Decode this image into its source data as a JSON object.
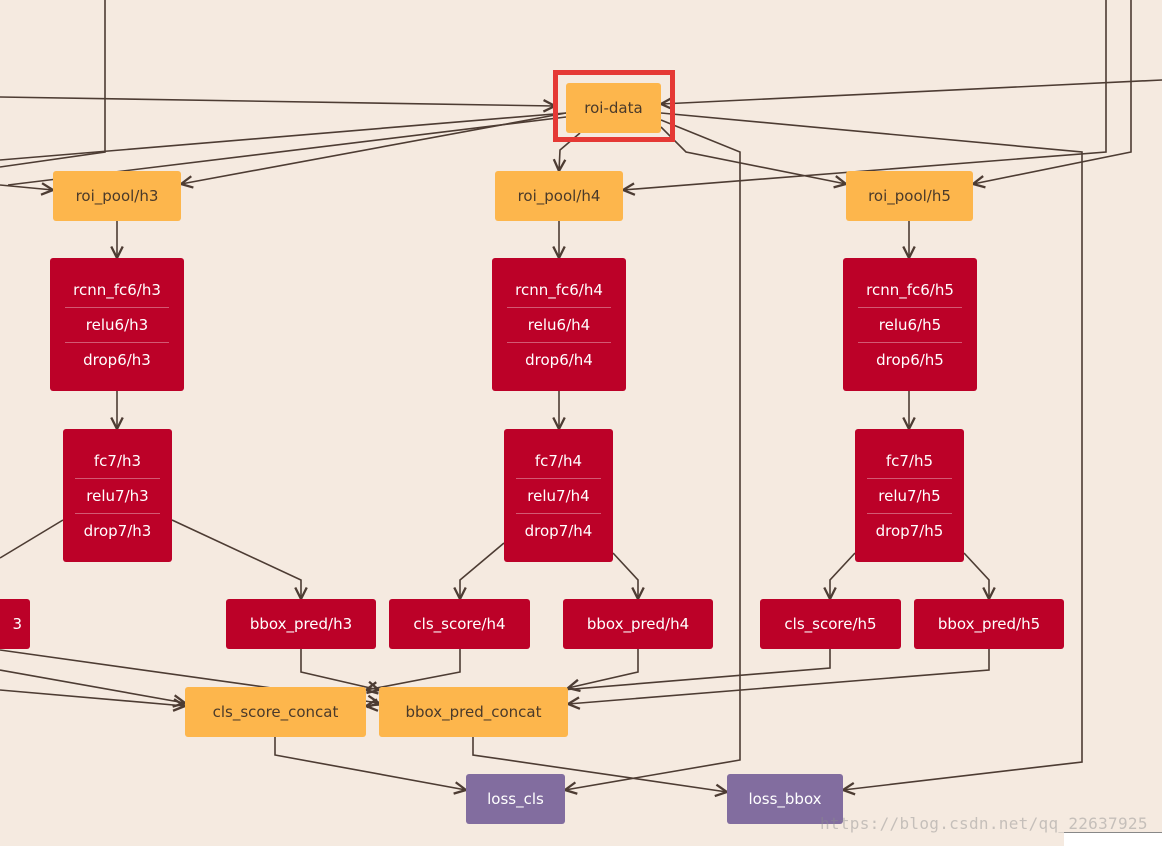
{
  "diagram": {
    "nodes": {
      "roi_data": {
        "lines": [
          "roi-data"
        ],
        "color": "orange"
      },
      "roi_pool_h3": {
        "lines": [
          "roi_pool/h3"
        ],
        "color": "orange"
      },
      "roi_pool_h4": {
        "lines": [
          "roi_pool/h4"
        ],
        "color": "orange"
      },
      "roi_pool_h5": {
        "lines": [
          "roi_pool/h5"
        ],
        "color": "orange"
      },
      "rcnn_h3": {
        "lines": [
          "rcnn_fc6/h3",
          "relu6/h3",
          "drop6/h3"
        ],
        "color": "red"
      },
      "rcnn_h4": {
        "lines": [
          "rcnn_fc6/h4",
          "relu6/h4",
          "drop6/h4"
        ],
        "color": "red"
      },
      "rcnn_h5": {
        "lines": [
          "rcnn_fc6/h5",
          "relu6/h5",
          "drop6/h5"
        ],
        "color": "red"
      },
      "fc7_h3": {
        "lines": [
          "fc7/h3",
          "relu7/h3",
          "drop7/h3"
        ],
        "color": "red"
      },
      "fc7_h4": {
        "lines": [
          "fc7/h4",
          "relu7/h4",
          "drop7/h4"
        ],
        "color": "red"
      },
      "fc7_h5": {
        "lines": [
          "fc7/h5",
          "relu7/h5",
          "drop7/h5"
        ],
        "color": "red"
      },
      "cls_score_h3_partial": {
        "lines": [
          "3"
        ],
        "color": "red"
      },
      "bbox_pred_h3": {
        "lines": [
          "bbox_pred/h3"
        ],
        "color": "red"
      },
      "cls_score_h4": {
        "lines": [
          "cls_score/h4"
        ],
        "color": "red"
      },
      "bbox_pred_h4": {
        "lines": [
          "bbox_pred/h4"
        ],
        "color": "red"
      },
      "cls_score_h5": {
        "lines": [
          "cls_score/h5"
        ],
        "color": "red"
      },
      "bbox_pred_h5": {
        "lines": [
          "bbox_pred/h5"
        ],
        "color": "red"
      },
      "cls_score_concat": {
        "lines": [
          "cls_score_concat"
        ],
        "color": "orange"
      },
      "bbox_pred_concat": {
        "lines": [
          "bbox_pred_concat"
        ],
        "color": "orange"
      },
      "loss_cls": {
        "lines": [
          "loss_cls"
        ],
        "color": "purple"
      },
      "loss_bbox": {
        "lines": [
          "loss_bbox"
        ],
        "color": "purple"
      }
    },
    "selected_node": "roi_data",
    "colors": {
      "orange": "#fdb64c",
      "red": "#bc0128",
      "purple": "#826d9f",
      "edge": "#4d3c33",
      "background": "#f5eae0",
      "selection": "#e53935"
    }
  },
  "watermark": "https://blog.csdn.net/qq_22637925"
}
